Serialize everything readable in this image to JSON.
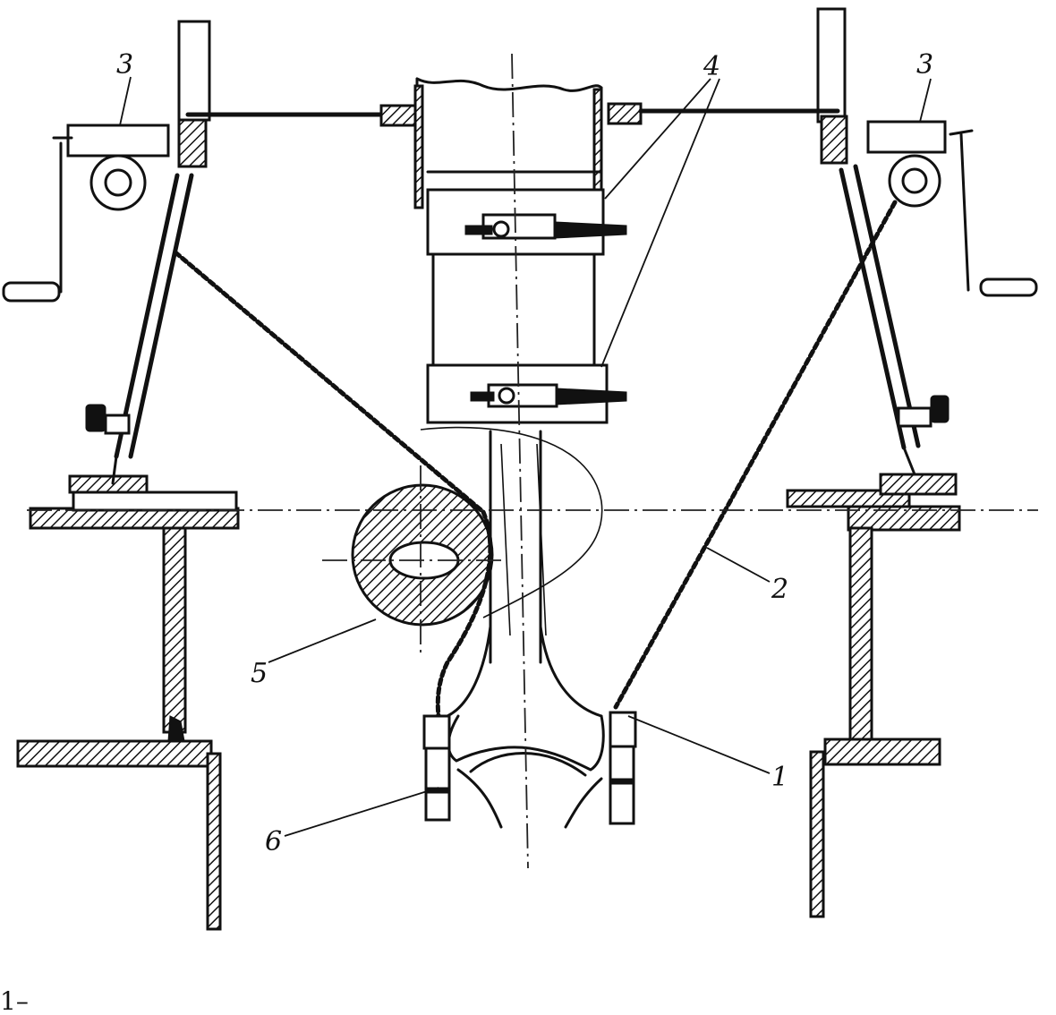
{
  "callouts": {
    "c1": "1",
    "c2": "2",
    "c3_left": "3",
    "c3_right": "3",
    "c4": "4",
    "c5": "5",
    "c6": "6"
  },
  "footer_text": "1–"
}
